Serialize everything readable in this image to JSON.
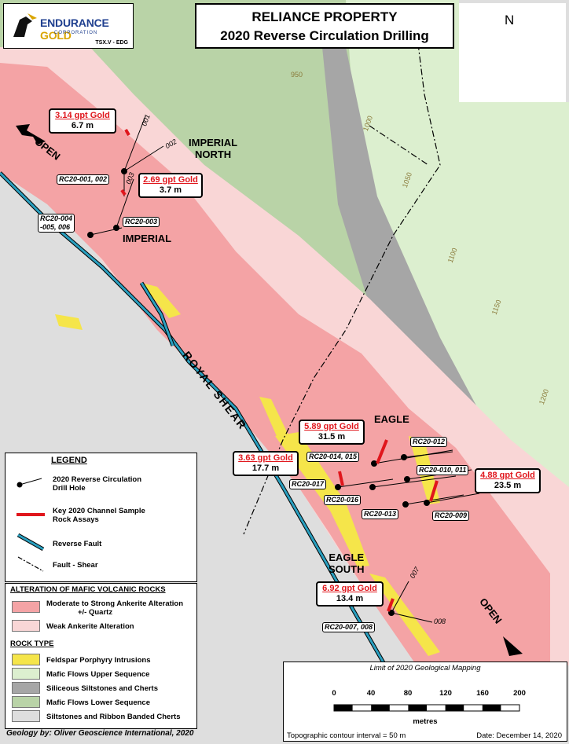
{
  "logo": {
    "brand_1": "ENDURANCE",
    "brand_2": "GOLD",
    "corp": "CORPORATION",
    "ticker": "TSX.V - EDG"
  },
  "title": {
    "line1": "RELIANCE PROPERTY",
    "line2": "2020 Reverse Circulation Drilling"
  },
  "north_arrow": {
    "label": "N"
  },
  "callouts": [
    {
      "grade": "3.14 gpt Gold",
      "length": "6.7 m"
    },
    {
      "grade": "2.69 gpt Gold",
      "length": "3.7 m"
    },
    {
      "grade": "5.89 gpt Gold",
      "length": "31.5 m"
    },
    {
      "grade": "3.63 gpt Gold",
      "length": "17.7 m"
    },
    {
      "grade": "4.88 gpt Gold",
      "length": "23.5 m"
    },
    {
      "grade": "6.92 gpt Gold",
      "length": "13.4 m"
    }
  ],
  "hole_labels": {
    "rc001_002": "RC20-001, 002",
    "rc003": "RC20-003",
    "rc004_1": "RC20-004",
    "rc004_2": "-005, 006",
    "rc012": "RC20-012",
    "rc014_015": "RC20-014, 015",
    "rc010_011": "RC20-010, 011",
    "rc017": "RC20-017",
    "rc016": "RC20-016",
    "rc013": "RC20-013",
    "rc009": "RC20-009",
    "rc007_008": "RC20-007, 008"
  },
  "trace_labels": {
    "t001": "001",
    "t002": "002",
    "t003": "003",
    "t007": "007",
    "t008": "008"
  },
  "areas": {
    "imperial_north_1": "IMPERIAL",
    "imperial_north_2": "NORTH",
    "imperial": "IMPERIAL",
    "eagle": "EAGLE",
    "eagle_south_1": "EAGLE",
    "eagle_south_2": "SOUTH",
    "royal_shear": "ROYAL SHEAR",
    "open_nw": "OPEN",
    "open_se": "OPEN"
  },
  "contours": [
    "950",
    "1000",
    "1050",
    "1100",
    "1150",
    "1200"
  ],
  "legend": {
    "title": "LEGEND",
    "drill_hole_1": "2020 Reverse Circulation",
    "drill_hole_2": "Drill Hole",
    "channel_1": "Key 2020 Channel Sample",
    "channel_2": "Rock Assays",
    "reverse_fault": "Reverse Fault",
    "fault_shear": "Fault - Shear"
  },
  "alteration": {
    "header": "ALTERATION OF MAFIC VOLCANIC ROCKS",
    "items": [
      {
        "label_1": "Moderate  to Strong Ankerite Alteration",
        "label_2": "+/- Quartz",
        "color": "#f4a3a5"
      },
      {
        "label_1": "Weak Ankerite Alteration",
        "label_2": "",
        "color": "#f9d6d6"
      }
    ]
  },
  "rock_type": {
    "header": "ROCK TYPE",
    "items": [
      {
        "label": "Feldspar Porphyry Intrusions",
        "color": "#f5e54a"
      },
      {
        "label": "Mafic Flows Upper Sequence",
        "color": "#dcefcf"
      },
      {
        "label": "Siliceous Siltstones and Cherts",
        "color": "#a6a6a6"
      },
      {
        "label": "Mafic Flows Lower Sequence",
        "color": "#b9d3a7"
      },
      {
        "label": "Siltstones and Ribbon Banded Cherts",
        "color": "#dedede"
      }
    ]
  },
  "scale_bar": {
    "limit": "Limit of 2020 Geological Mapping",
    "ticks": [
      "0",
      "40",
      "80",
      "120",
      "160",
      "200"
    ],
    "unit": "metres",
    "contour": "Topographic contour interval = 50 m",
    "date": "Date:  December 14, 2020"
  },
  "credit": "Geology by: Oliver Geoscience International, 2020",
  "colors": {
    "strong_alt": "#f4a3a5",
    "weak_alt": "#f9d6d6",
    "porphyry": "#f5e54a",
    "upper_mafic": "#dcefcf",
    "siltstone_chert": "#a6a6a6",
    "lower_mafic": "#b9d3a7",
    "ribbon_chert": "#dedede",
    "fault_blue": "#2a9fbf",
    "assay_red": "#e0161c"
  }
}
